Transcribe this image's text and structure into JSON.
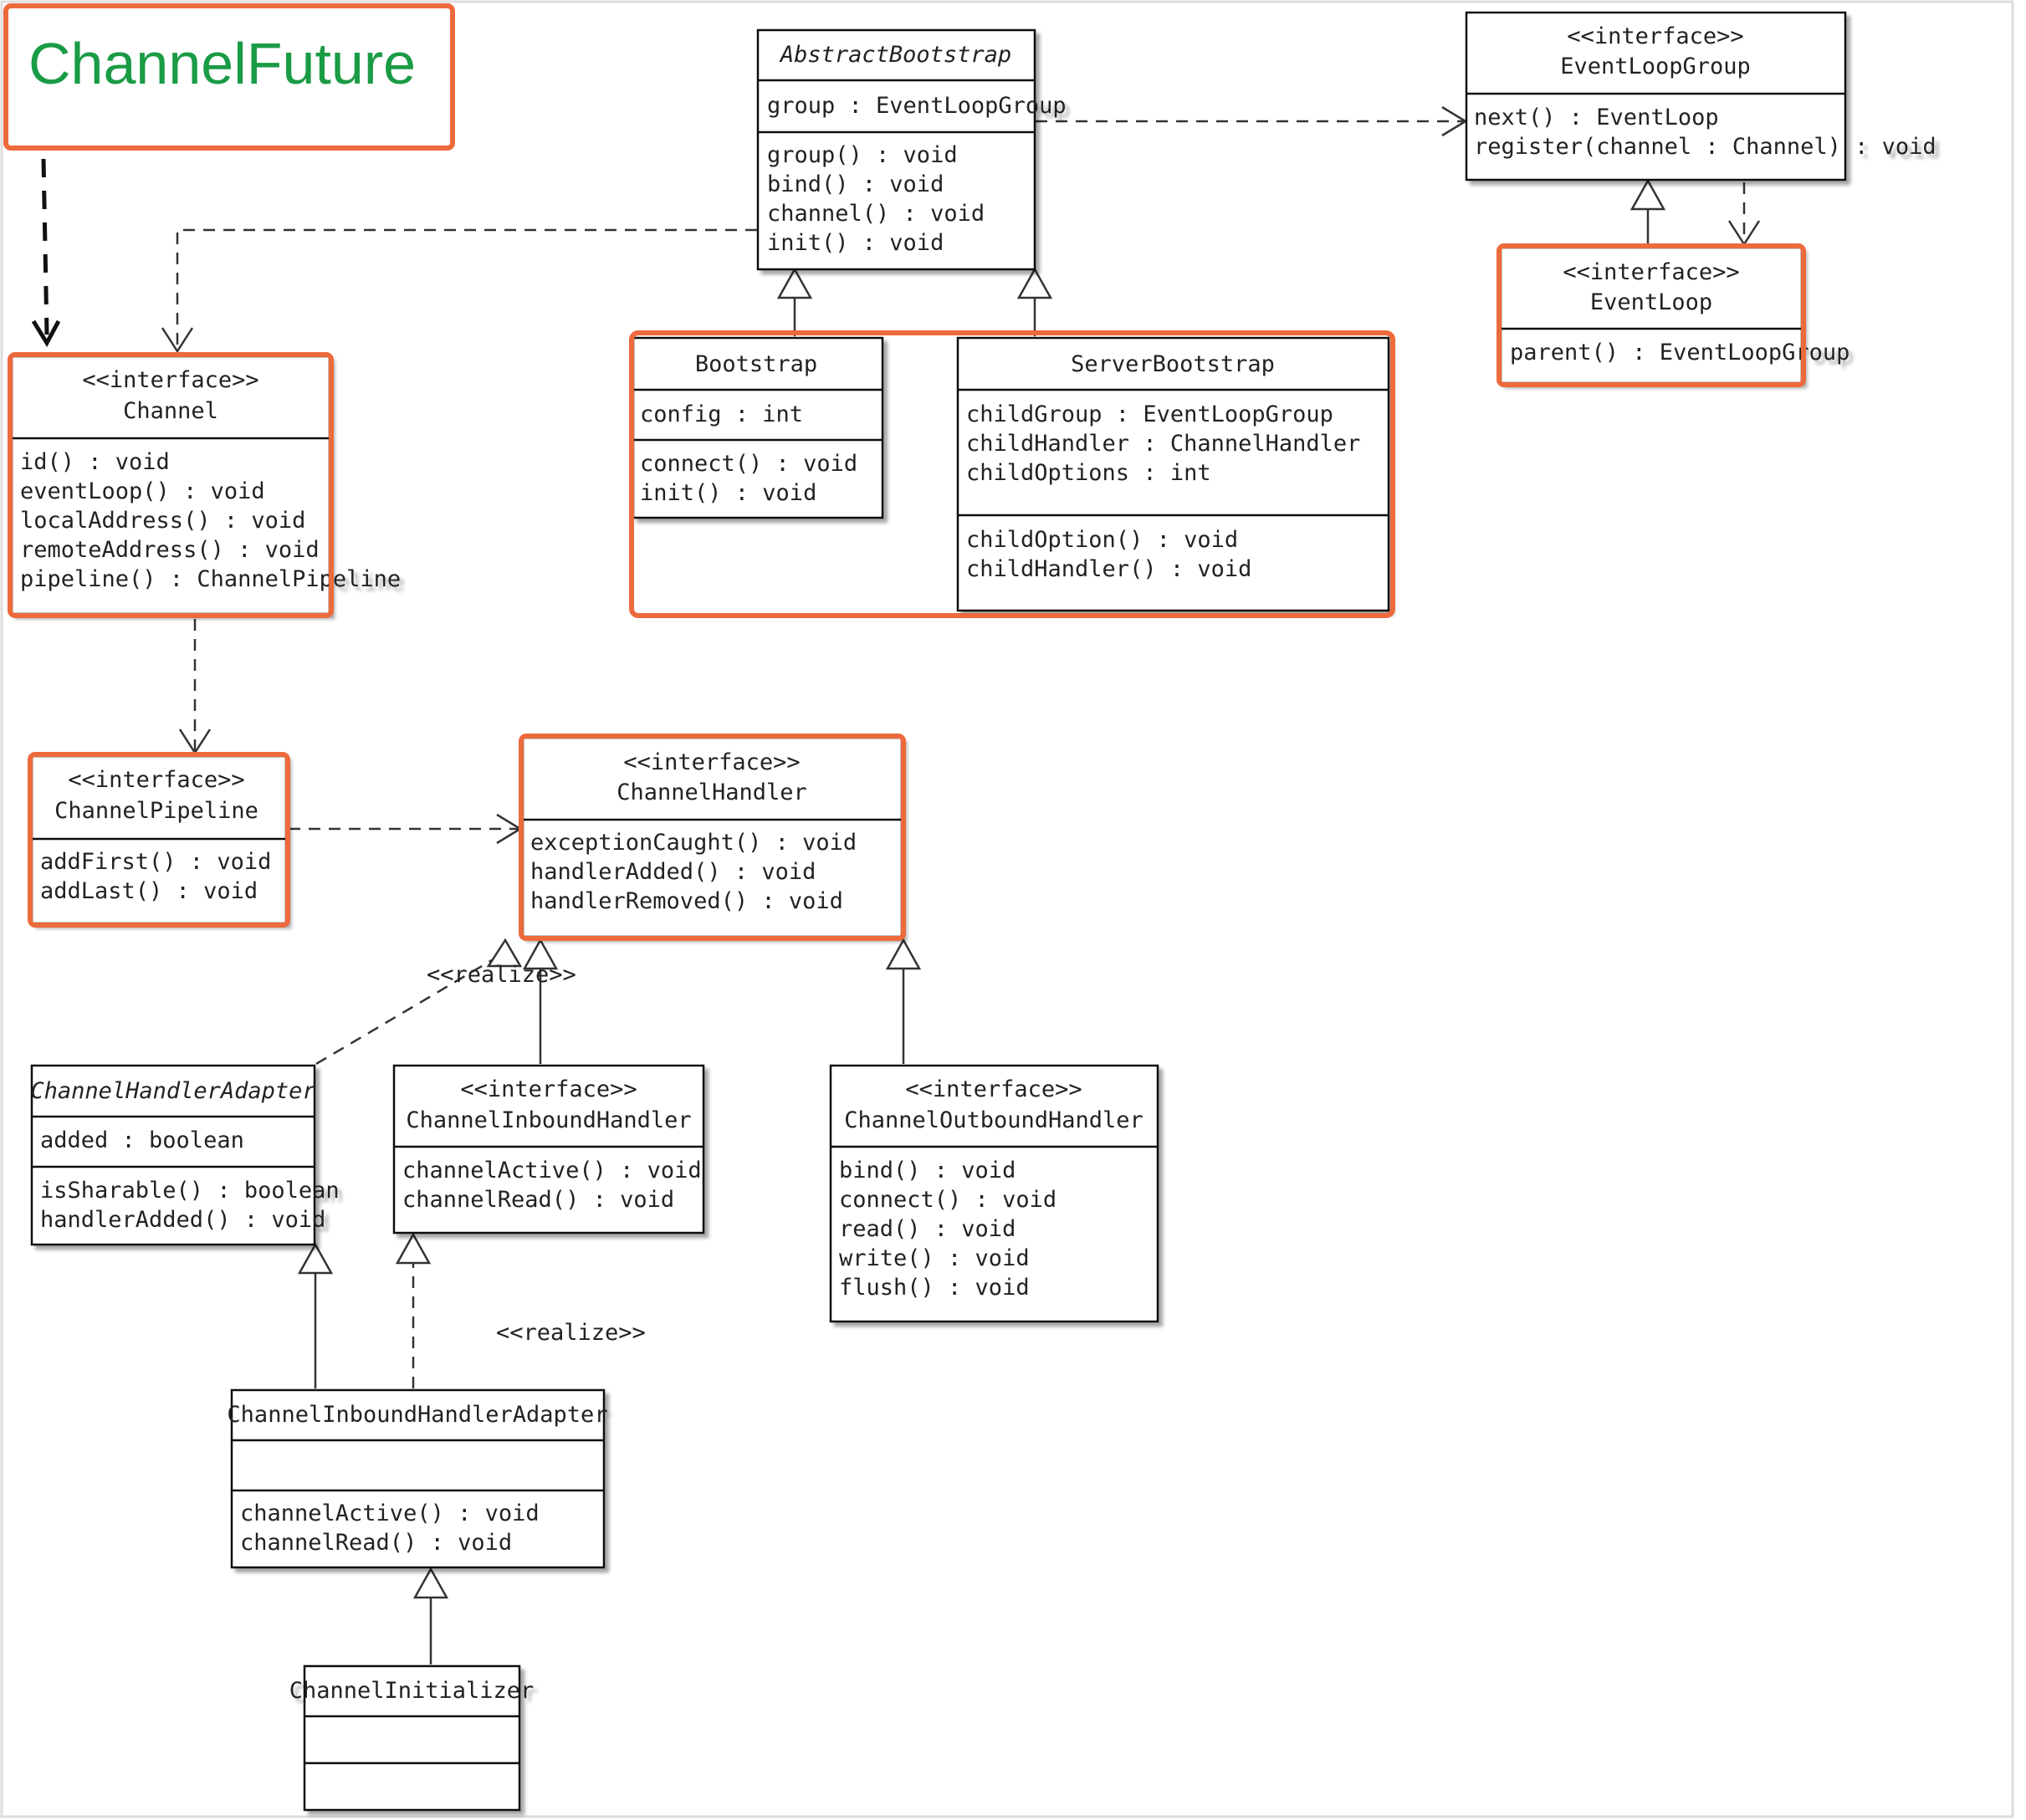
{
  "title": "ChannelFuture",
  "colors": {
    "highlight": "#ec6a3c",
    "title_text": "#1a9b45",
    "line": "#333333"
  },
  "classes": {
    "abstract_bootstrap": {
      "name": "AbstractBootstrap",
      "fields": [
        "group : EventLoopGroup"
      ],
      "methods": [
        "group() : void",
        "bind() : void",
        "channel() : void",
        "init() : void"
      ]
    },
    "event_loop_group": {
      "stereotype": "<<interface>>",
      "name": "EventLoopGroup",
      "methods": [
        "next() : EventLoop",
        "register(channel : Channel) : void"
      ]
    },
    "event_loop": {
      "stereotype": "<<interface>>",
      "name": "EventLoop",
      "methods": [
        "parent() : EventLoopGroup"
      ]
    },
    "bootstrap": {
      "name": "Bootstrap",
      "fields": [
        "config : int"
      ],
      "methods": [
        "connect() : void",
        "init() : void"
      ]
    },
    "server_bootstrap": {
      "name": "ServerBootstrap",
      "fields": [
        "childGroup : EventLoopGroup",
        "childHandler : ChannelHandler",
        "childOptions : int"
      ],
      "methods": [
        "childOption() : void",
        "childHandler() : void"
      ]
    },
    "channel": {
      "stereotype": "<<interface>>",
      "name": "Channel",
      "methods": [
        "id() : void",
        "eventLoop() : void",
        "localAddress() : void",
        "remoteAddress() : void",
        "pipeline() : ChannelPipeline"
      ]
    },
    "channel_pipeline": {
      "stereotype": "<<interface>>",
      "name": "ChannelPipeline",
      "methods": [
        "addFirst() : void",
        "addLast() : void"
      ]
    },
    "channel_handler": {
      "stereotype": "<<interface>>",
      "name": "ChannelHandler",
      "methods": [
        "exceptionCaught() : void",
        "handlerAdded() : void",
        "handlerRemoved() : void"
      ]
    },
    "channel_handler_adapter": {
      "name": "ChannelHandlerAdapter",
      "fields": [
        "added : boolean"
      ],
      "methods": [
        "isSharable() : boolean",
        "handlerAdded() : void"
      ]
    },
    "channel_inbound_handler": {
      "stereotype": "<<interface>>",
      "name": "ChannelInboundHandler",
      "methods": [
        "channelActive() : void",
        "channelRead() : void"
      ]
    },
    "channel_outbound_handler": {
      "stereotype": "<<interface>>",
      "name": "ChannelOutboundHandler",
      "methods": [
        "bind() : void",
        "connect() : void",
        "read() : void",
        "write() : void",
        "flush() : void"
      ]
    },
    "channel_inbound_handler_adapter": {
      "name": "ChannelInboundHandlerAdapter",
      "methods": [
        "channelActive() : void",
        "channelRead() : void"
      ]
    },
    "channel_initializer": {
      "name": "ChannelInitializer"
    }
  },
  "labels": {
    "realize_1": "<<realize>>",
    "realize_2": "<<realize>>"
  }
}
